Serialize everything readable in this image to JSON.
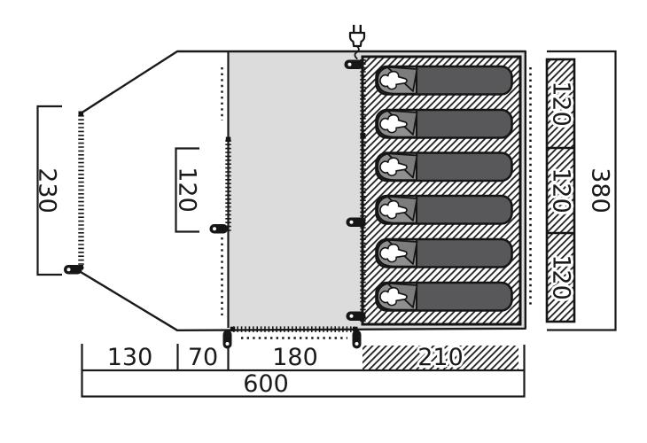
{
  "meta": {
    "diagram_type": "tent-floorplan-top-view",
    "sleeping_bag_count": 6,
    "icons": [
      "power-plug-icon",
      "tent-peg-icon",
      "zipper-line",
      "dotted-guy-line"
    ],
    "colors": {
      "background": "#ffffff",
      "living_area_fill": "#dcdcdc",
      "sleeping_bag_fill": "#58585b",
      "sleeping_bag_hood_fill": "#8f8f8f",
      "sleeping_bag_flap_fill": "#7c7c7c",
      "outline": "#1a1a1a"
    }
  },
  "dims": {
    "bottom": [
      "130",
      "70",
      "180",
      "210"
    ],
    "bottom_total": "600",
    "porch_front": "230",
    "door": "120",
    "beds": [
      "120",
      "120",
      "120"
    ],
    "depth_total": "380"
  }
}
